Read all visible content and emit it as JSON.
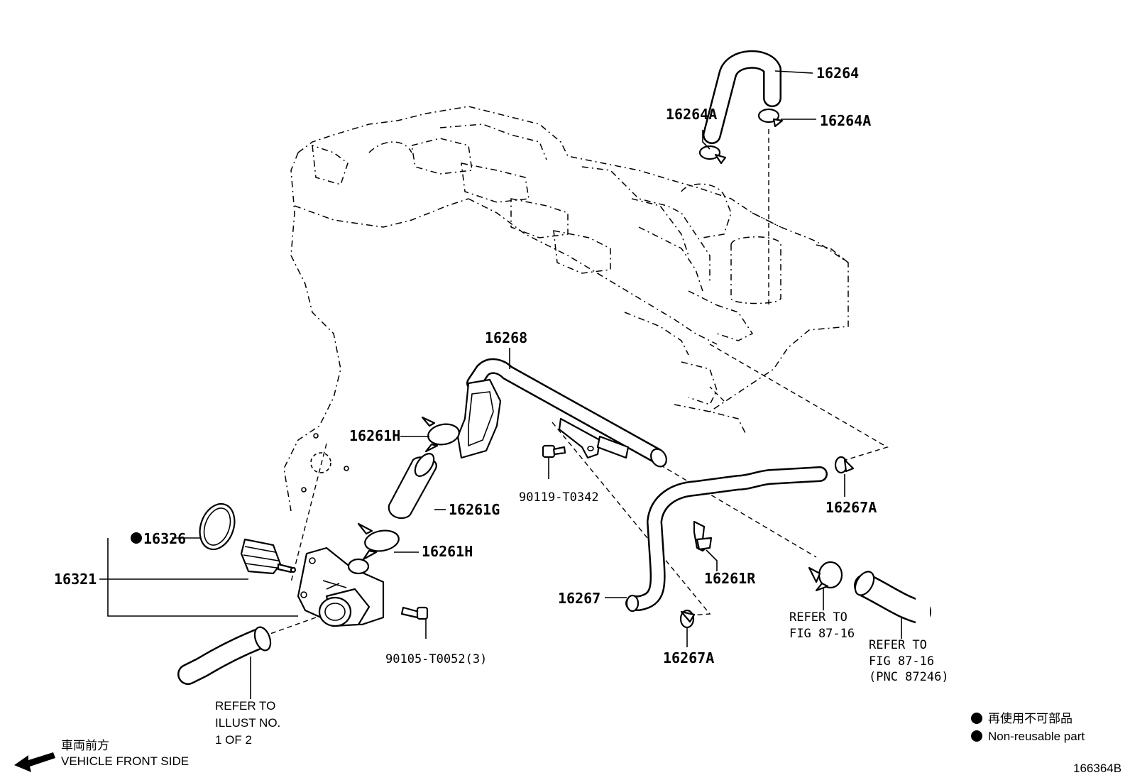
{
  "parts": {
    "p16264": "16264",
    "p16264A_left": "16264A",
    "p16264A_right": "16264A",
    "p16268": "16268",
    "p16261H_top": "16261H",
    "p16261G": "16261G",
    "p16261H_bottom": "16261H",
    "p16326": "16326",
    "p16321": "16321",
    "p90119": "90119-T0342",
    "p16267A_right": "16267A",
    "p16261R": "16261R",
    "p16267": "16267",
    "p16267A_bottom": "16267A",
    "p90105": "90105-T0052(3)"
  },
  "refs": {
    "refer_illust_1": "REFER TO",
    "refer_illust_2": "ILLUST NO.",
    "refer_illust_3": "1 OF 2",
    "refer_fig_a_1": "REFER TO",
    "refer_fig_a_2": "FIG 87-16",
    "refer_fig_b_1": "REFER TO",
    "refer_fig_b_2": "FIG 87-16",
    "refer_fig_b_3": "(PNC 87246)"
  },
  "legend": {
    "non_reusable_jp": "再使用不可部品",
    "non_reusable_en": "Non-reusable part"
  },
  "front": {
    "jp": "車両前方",
    "en": "VEHICLE FRONT SIDE"
  },
  "diagram_id": "166364B"
}
